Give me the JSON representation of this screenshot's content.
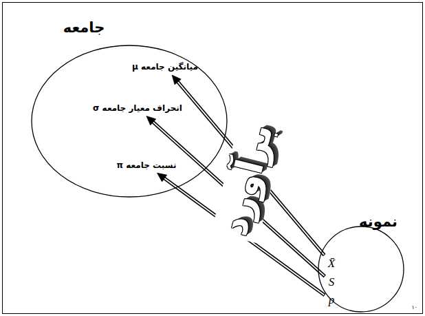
{
  "diagram": {
    "nodes": [
      {
        "text": [
          "جامعه"
        ]
      },
      {
        "text": [
          "میانگین جامعه μ"
        ],
        "in": 0
      },
      {
        "text": [
          "انحراف معیار جامعه σ"
        ],
        "in": 0
      },
      {
        "text": [
          "نسبت جامعه π"
        ],
        "in": 0
      },
      {
        "text": [
          "نمونه"
        ]
      },
      {
        "text": [
          "X̄"
        ],
        "in": 4
      },
      {
        "text": [
          "S"
        ],
        "in": 4
      },
      {
        "text": [
          "p"
        ],
        "in": 4
      }
    ],
    "edges": [
      {
        "from": 5,
        "to": 1,
        "arrow": "to"
      },
      {
        "from": 6,
        "to": 2,
        "arrow": "to"
      },
      {
        "from": 7,
        "to": 3,
        "arrow": "to"
      }
    ],
    "labels": [
      "برآورد",
      "۱۰"
    ]
  }
}
